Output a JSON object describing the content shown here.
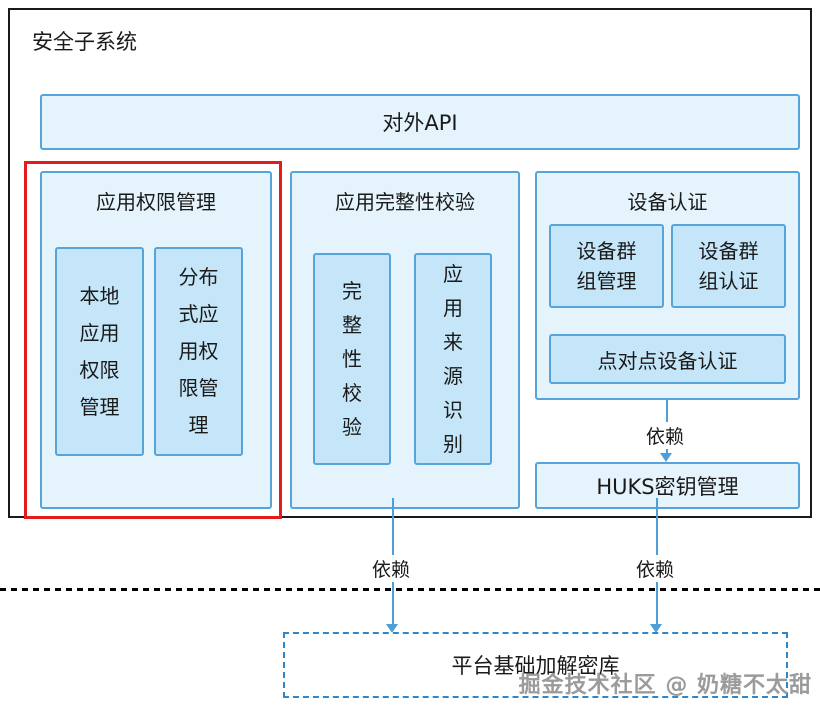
{
  "diagram": {
    "title": "安全子系统",
    "api_label": "对外API",
    "permission": {
      "title": "应用权限管理",
      "items": [
        "本地应用权限管理",
        "分布式应用权限管理"
      ]
    },
    "integrity": {
      "title": "应用完整性校验",
      "items": [
        "完整性校验",
        "应用来源识别"
      ]
    },
    "device_auth": {
      "title": "设备认证",
      "items": [
        "设备群组管理",
        "设备群组认证"
      ],
      "wide_item": "点对点设备认证"
    },
    "huks_label": "HUKS密钥管理",
    "dependency_label": "依赖",
    "platform_lib_label": "平台基础加解密库",
    "watermark": "掘金技术社区 @ 奶糖不太甜",
    "colors": {
      "box_border": "#55A5DA",
      "box_fill_light": "#E4F3FC",
      "box_fill_medium": "#C5E6F8",
      "highlight_red": "#E31B1B",
      "arrow_blue": "#4E9FD8",
      "outline_black": "#1A1A1A"
    }
  }
}
